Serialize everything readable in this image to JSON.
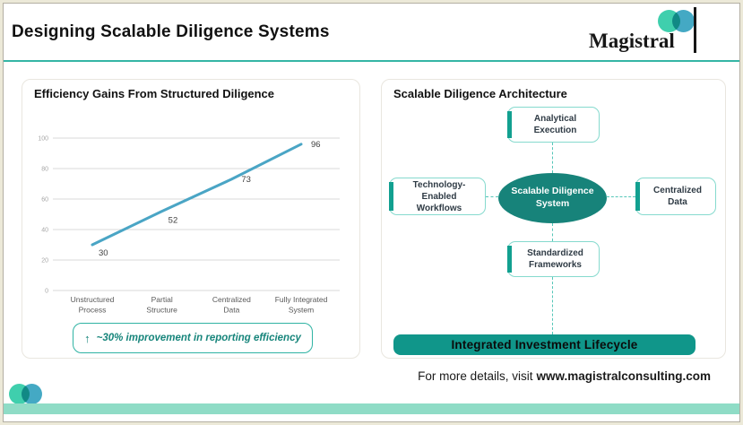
{
  "header": {
    "title": "Designing Scalable Diligence Systems",
    "logo_text": "Magistral"
  },
  "left_panel": {
    "title": "Efficiency Gains From Structured Diligence",
    "callout_arrow": "↑",
    "callout_text": "~30% improvement in reporting efficiency"
  },
  "chart_data": {
    "type": "line",
    "title": "Efficiency Gains From Structured Diligence",
    "categories": [
      "Unstructured Process",
      "Partial Structure",
      "Centralized Data",
      "Fully Integrated System"
    ],
    "values": [
      30,
      52,
      73,
      96
    ],
    "xlabel": "",
    "ylabel": "",
    "ylim": [
      0,
      100
    ],
    "yticks": [
      0,
      20,
      40,
      60,
      80,
      100
    ],
    "grid": true,
    "legend_position": "none",
    "line_color": "#4AA5C5",
    "data_labels_shown": true
  },
  "right_panel": {
    "title": "Scalable Diligence Architecture",
    "center_node": "Scalable Diligence System",
    "nodes": {
      "top": "Analytical Execution",
      "left": "Technology-Enabled Workflows",
      "right": "Centralized Data",
      "bottom": "Standardized Frameworks"
    },
    "lifecycle_bar": "Integrated Investment Lifecycle"
  },
  "footer": {
    "prefix": "For more details, visit",
    "link": "www.magistralconsulting.com"
  },
  "colors": {
    "teal_dark": "#17837A",
    "teal_bar": "#10968A",
    "teal_accent": "#12A090",
    "divider": "#35B5A5",
    "mint_bar": "#8FDCC6",
    "node_border": "#86DACE",
    "chart_line": "#4AA5C5",
    "logo_circle_green": "#3FCFAD",
    "logo_circle_blue": "#44A9C4"
  }
}
